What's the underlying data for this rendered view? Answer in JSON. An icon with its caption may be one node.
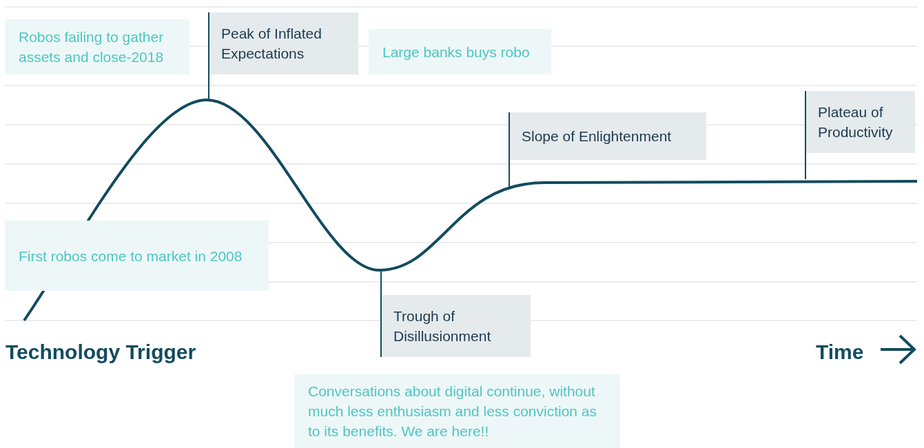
{
  "diagram": {
    "nodes": [
      {
        "text": [
          "Robos failing to gather assets and close-2018"
        ]
      },
      {
        "text": [
          "Peak of Inflated Expectations"
        ]
      },
      {
        "text": [
          "Large banks buys robo"
        ]
      },
      {
        "text": [
          "Slope of Enlightenment"
        ]
      },
      {
        "text": [
          "Plateau of Productivity"
        ]
      },
      {
        "text": [
          "First robos come to market in 2008"
        ]
      },
      {
        "text": [
          "Trough of Disillusionment"
        ]
      },
      {
        "text": [
          "Conversations about digital continue, without much less enthusiasm and less conviction as to its benefits. We are here!!"
        ]
      }
    ],
    "edges": [
      {
        "from": 1,
        "to": null,
        "arrow": "none"
      },
      {
        "from": 3,
        "to": null,
        "arrow": "none"
      },
      {
        "from": 4,
        "to": null,
        "arrow": "none"
      },
      {
        "from": 6,
        "to": null,
        "arrow": "none"
      }
    ],
    "labels": [
      "Technology Trigger",
      "Time"
    ]
  }
}
